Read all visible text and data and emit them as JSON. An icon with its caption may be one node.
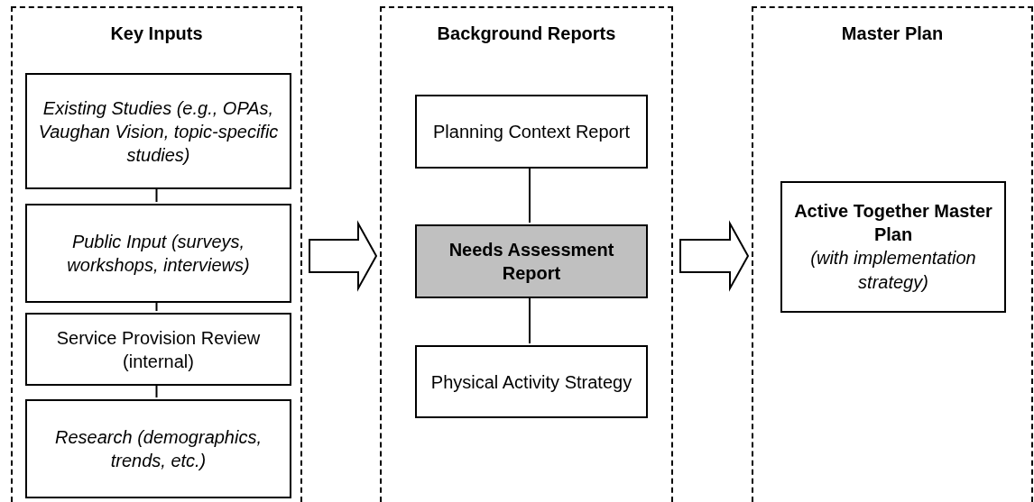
{
  "diagram": {
    "nodes": [
      {
        "text": [
          "Key Inputs"
        ]
      },
      {
        "text": [
          "Existing Studies (e.g., OPAs, Vaughan Vision, topic-specific studies)"
        ],
        "in": 0
      },
      {
        "text": [
          "Public Input (surveys, workshops, interviews)"
        ],
        "in": 0
      },
      {
        "text": [
          "Service Provision Review (internal)"
        ],
        "in": 0
      },
      {
        "text": [
          "Research (demographics, trends, etc.)"
        ],
        "in": 0
      },
      {
        "text": [
          "Background Reports"
        ]
      },
      {
        "text": [
          "Planning Context Report"
        ],
        "in": 5
      },
      {
        "text": [
          "Needs Assessment Report"
        ],
        "in": 5
      },
      {
        "text": [
          "Physical Activity Strategy"
        ],
        "in": 5
      },
      {
        "text": [
          "Master Plan"
        ]
      },
      {
        "text": [
          "Active Together Master Plan",
          "(with implementation strategy)"
        ],
        "in": 9
      }
    ],
    "edges": [
      {
        "from": 1,
        "to": 2,
        "arrow": "none"
      },
      {
        "from": 2,
        "to": 3,
        "arrow": "none"
      },
      {
        "from": 3,
        "to": 4,
        "arrow": "none"
      },
      {
        "from": 0,
        "to": 5,
        "arrow": "to"
      },
      {
        "from": 6,
        "to": 7,
        "arrow": "none"
      },
      {
        "from": 7,
        "to": 8,
        "arrow": "none"
      },
      {
        "from": 5,
        "to": 9,
        "arrow": "to"
      }
    ]
  }
}
